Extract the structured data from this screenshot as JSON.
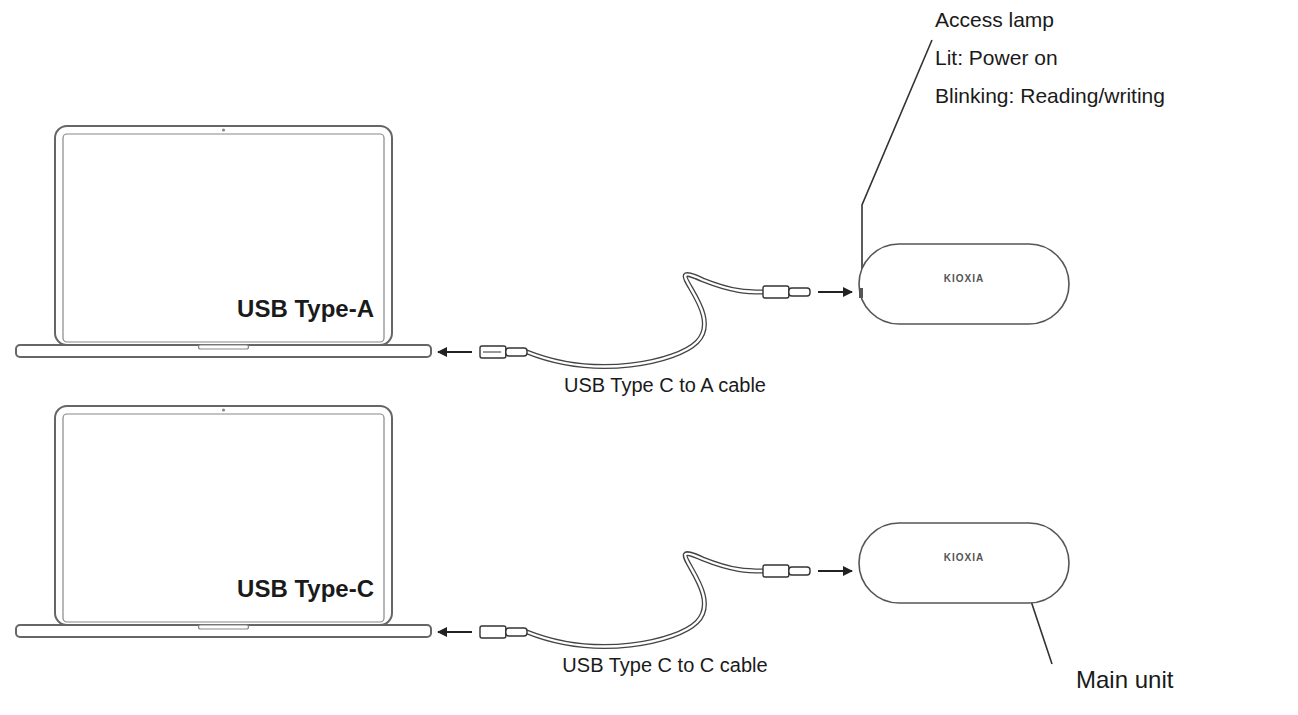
{
  "diagram": {
    "nodes": [
      {
        "text": [
          "USB Type-A"
        ]
      },
      {
        "text": [
          "KIOXIA"
        ]
      },
      {
        "text": [
          "USB Type-C"
        ]
      },
      {
        "text": [
          "KIOXIA"
        ]
      }
    ],
    "edges": [
      {
        "from": 0,
        "to": 1,
        "label": "USB Type C to A cable",
        "arrow": "both"
      },
      {
        "from": 2,
        "to": 3,
        "label": "USB Type C to C cable",
        "arrow": "both"
      }
    ],
    "labels": [
      "Access lamp",
      "Lit: Power on",
      "Blinking: Reading/writing",
      "Main unit"
    ]
  }
}
